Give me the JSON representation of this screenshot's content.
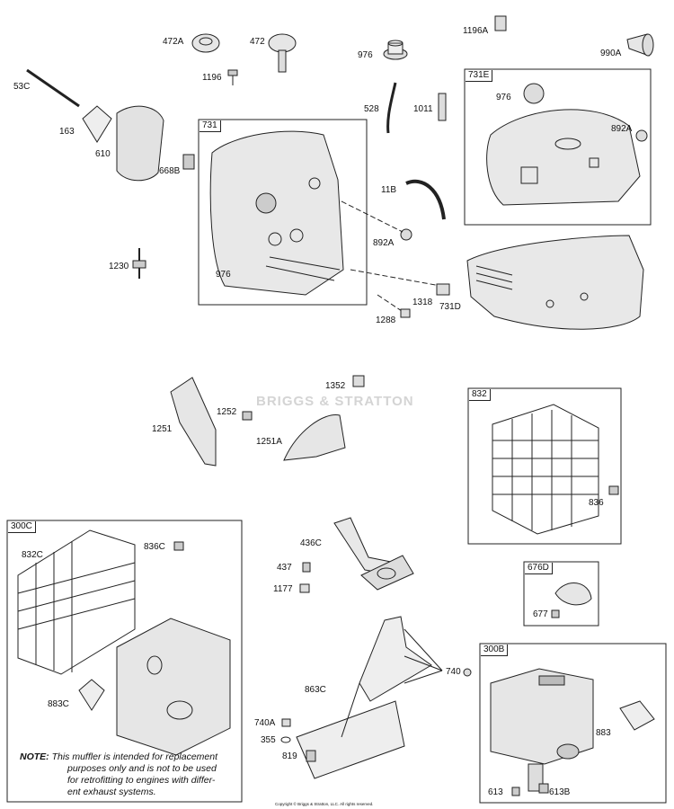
{
  "group_labels": {
    "g731": "731",
    "g731E": "731E",
    "g832": "832",
    "g300C": "300C",
    "g676D": "676D",
    "g300B": "300B"
  },
  "part_labels": {
    "p472A": "472A",
    "p472": "472",
    "p976_top": "976",
    "p1196A": "1196A",
    "p990A": "990A",
    "p53C": "53C",
    "p1196": "1196",
    "p528": "528",
    "p1011": "1011",
    "p976_731E": "976",
    "p892A_731E": "892A",
    "p163": "163",
    "p610": "610",
    "p668B": "668B",
    "p11B": "11B",
    "p892A": "892A",
    "p1230": "1230",
    "p976_731": "976",
    "p1318": "1318",
    "p1288": "1288",
    "p731D": "731D",
    "p1352": "1352",
    "p1252": "1252",
    "p1251": "1251",
    "p1251A": "1251A",
    "p836": "836",
    "p836C": "836C",
    "p832C": "832C",
    "p436C": "436C",
    "p437": "437",
    "p1177": "1177",
    "p883C": "883C",
    "p677": "677",
    "p740": "740",
    "p863C": "863C",
    "p740A": "740A",
    "p355": "355",
    "p883": "883",
    "p819": "819",
    "p613": "613",
    "p613B": "613B"
  },
  "note": {
    "prefix": "NOTE:",
    "line1": "This muffler is intended for replacement",
    "line2": "purposes only and is not to be used",
    "line3": "for retrofitting to engines with differ-",
    "line4": "ent exhaust systems."
  },
  "watermark": "BRIGGS & STRATTON",
  "copyright": "Copyright © Briggs & Stratton, LLC. All rights reserved."
}
